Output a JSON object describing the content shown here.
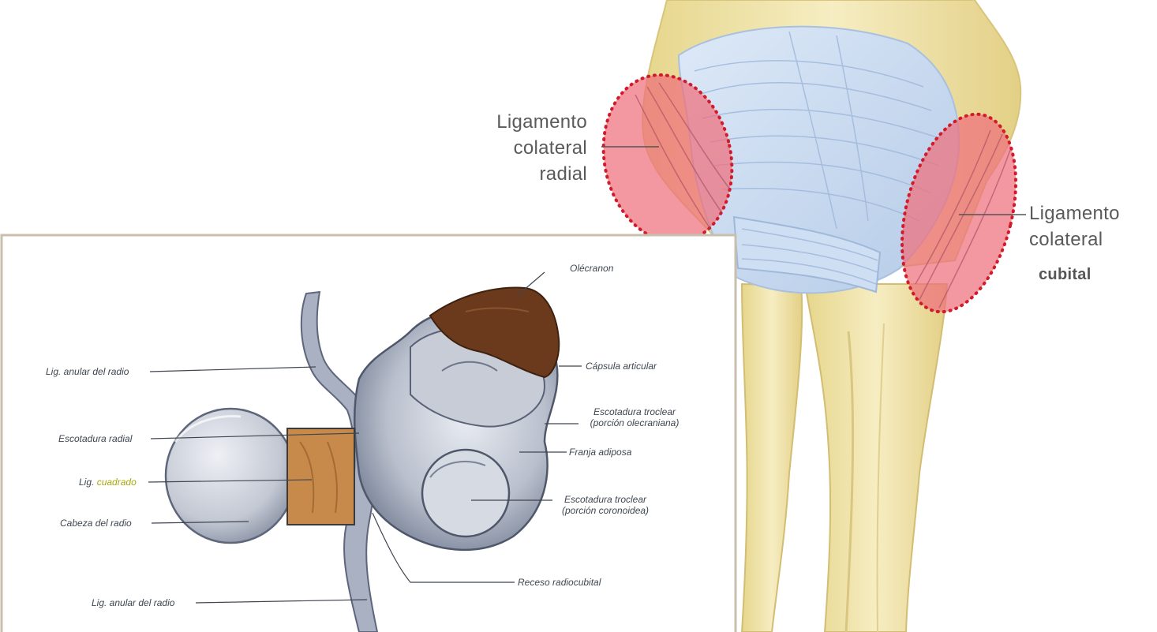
{
  "top_labels": {
    "radial": {
      "line1": "Ligamento",
      "line2": "colateral",
      "line3": "radial"
    },
    "cubital": {
      "line1": "Ligamento",
      "line2": "colateral",
      "line3": "cubital"
    }
  },
  "inset_labels": {
    "olecranon": "Olécranon",
    "capsula": "Cápsula articular",
    "escot_troclear_olecr_1": "Escotadura troclear",
    "escot_troclear_olecr_2": "(porción olecraniana)",
    "franja_adiposa": "Franja adiposa",
    "escot_troclear_coron_1": "Escotadura troclear",
    "escot_troclear_coron_2": "(porción coronoidea)",
    "receso": "Receso radiocubital",
    "lig_anular_top": "Lig. anular del radio",
    "escot_radial": "Escotadura radial",
    "lig_cuadrado_prefix": "Lig.",
    "lig_cuadrado_hl": "cuadrado",
    "cabeza_radio": "Cabeza del radio",
    "lig_anular_bottom": "Lig. anular del radio"
  },
  "colors": {
    "bone": "#efe3a6",
    "ligament": "#c9dcf2",
    "highlight_fill": "#ee6f7b",
    "highlight_dots": "#d11a2a",
    "inset_border": "#c9bfae",
    "cartilage": "#b1b9c8",
    "olecranon_cut": "#6b3a1c",
    "ligament_cut": "#c88a4a",
    "label_text": "#5a5a5a",
    "highlight_text": "#a8a80c"
  }
}
